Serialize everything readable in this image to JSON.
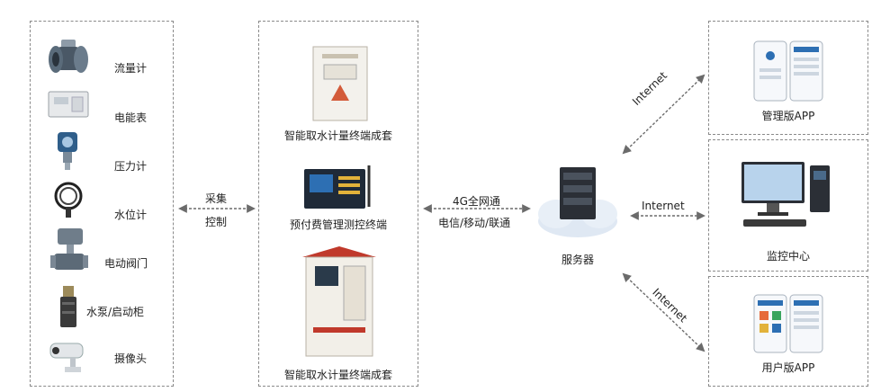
{
  "sensors": [
    {
      "label": "流量计",
      "icon": "flow-meter-icon"
    },
    {
      "label": "电能表",
      "icon": "electric-meter-icon"
    },
    {
      "label": "压力计",
      "icon": "pressure-gauge-icon"
    },
    {
      "label": "水位计",
      "icon": "water-level-sensor-icon"
    },
    {
      "label": "电动阀门",
      "icon": "electric-valve-icon"
    },
    {
      "label": "水泵/启动柜",
      "icon": "water-pump-icon"
    },
    {
      "label": "摄像头",
      "icon": "camera-icon"
    }
  ],
  "link_left": {
    "line1": "采集",
    "line2": "控制"
  },
  "terminals": [
    {
      "label": "智能取水计量终端成套",
      "icon": "metering-cabinet-icon"
    },
    {
      "label": "预付费管理测控终端",
      "icon": "prepaid-terminal-icon"
    },
    {
      "label": "智能取水计量终端成套",
      "icon": "metering-kiosk-icon"
    }
  ],
  "link_mid": {
    "line1": "4G全网通",
    "line2": "电信/移动/联通"
  },
  "server": {
    "label": "服务器",
    "icon": "cloud-server-icon"
  },
  "clients": [
    {
      "label": "管理版APP",
      "icon": "admin-app-icon"
    },
    {
      "label": "监控中心",
      "icon": "monitor-center-icon"
    },
    {
      "label": "用户版APP",
      "icon": "user-app-icon"
    }
  ],
  "internet_labels": [
    "Internet",
    "Internet",
    "Internet"
  ],
  "colors": {
    "border": "#8a8a8a",
    "cabinet_red": "#c0392b",
    "screen_blue": "#2d6fb3"
  }
}
